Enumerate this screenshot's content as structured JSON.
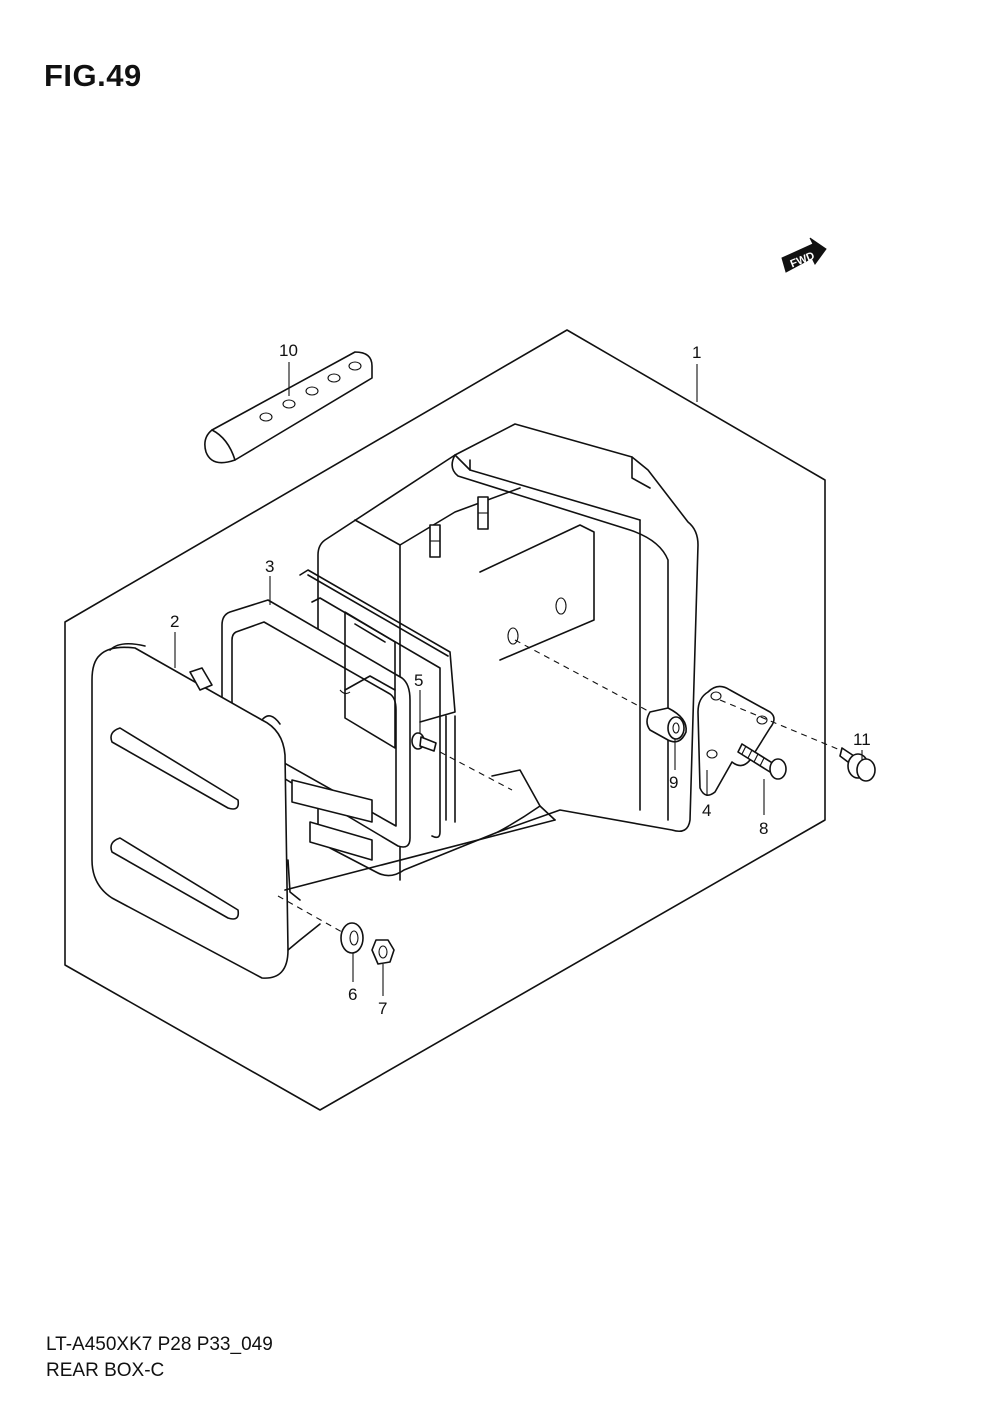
{
  "figure": {
    "title": "FIG.49"
  },
  "footer": {
    "model": "LT-A450XK7 P28 P33_049",
    "name": "REAR BOX-C"
  },
  "direction_marker": {
    "label": "FWD"
  },
  "parts": [
    {
      "number": "1"
    },
    {
      "number": "2"
    },
    {
      "number": "3"
    },
    {
      "number": "4"
    },
    {
      "number": "5"
    },
    {
      "number": "6"
    },
    {
      "number": "7"
    },
    {
      "number": "8"
    },
    {
      "number": "9"
    },
    {
      "number": "10"
    },
    {
      "number": "11"
    }
  ]
}
